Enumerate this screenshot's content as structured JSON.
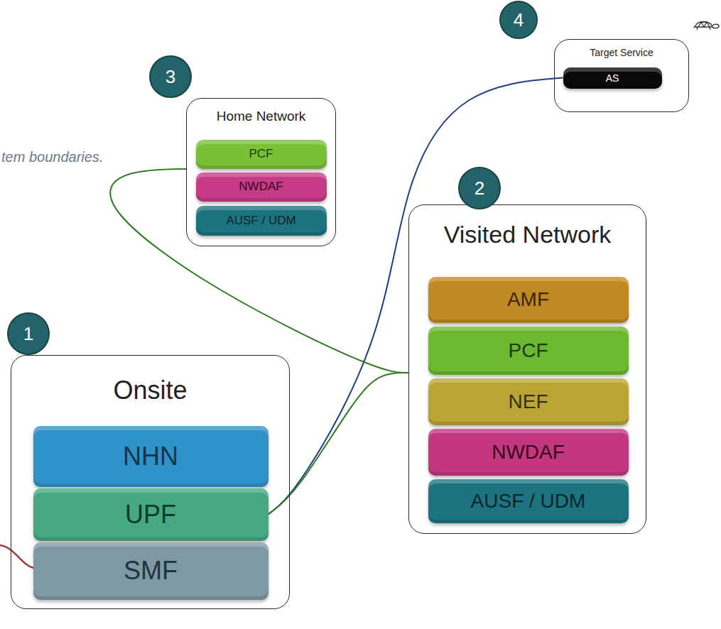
{
  "diagram": {
    "nodes": [
      {
        "text": [
          "Onsite"
        ]
      },
      {
        "text": [
          "NHN"
        ],
        "in": 0
      },
      {
        "text": [
          "UPF"
        ],
        "in": 0
      },
      {
        "text": [
          "SMF"
        ],
        "in": 0
      },
      {
        "text": [
          "Visited Network"
        ]
      },
      {
        "text": [
          "AMF"
        ],
        "in": 4
      },
      {
        "text": [
          "PCF"
        ],
        "in": 4
      },
      {
        "text": [
          "NEF"
        ],
        "in": 4
      },
      {
        "text": [
          "NWDAF"
        ],
        "in": 4
      },
      {
        "text": [
          "AUSF / UDM"
        ],
        "in": 4
      },
      {
        "text": [
          "Home Network"
        ]
      },
      {
        "text": [
          "PCF"
        ],
        "in": 10
      },
      {
        "text": [
          "NWDAF"
        ],
        "in": 10
      },
      {
        "text": [
          "AUSF / UDM"
        ],
        "in": 10
      },
      {
        "text": [
          "Target Service"
        ]
      },
      {
        "text": [
          "AS"
        ],
        "in": 14
      }
    ],
    "edges": [
      {
        "from": 2,
        "to": 15,
        "arrow": "none"
      },
      {
        "from": 2,
        "to": 4,
        "arrow": "none"
      },
      {
        "from": 10,
        "to": 4,
        "arrow": "none"
      }
    ],
    "labels": [
      "tem boundaries.",
      "1",
      "2",
      "3",
      "4"
    ]
  }
}
